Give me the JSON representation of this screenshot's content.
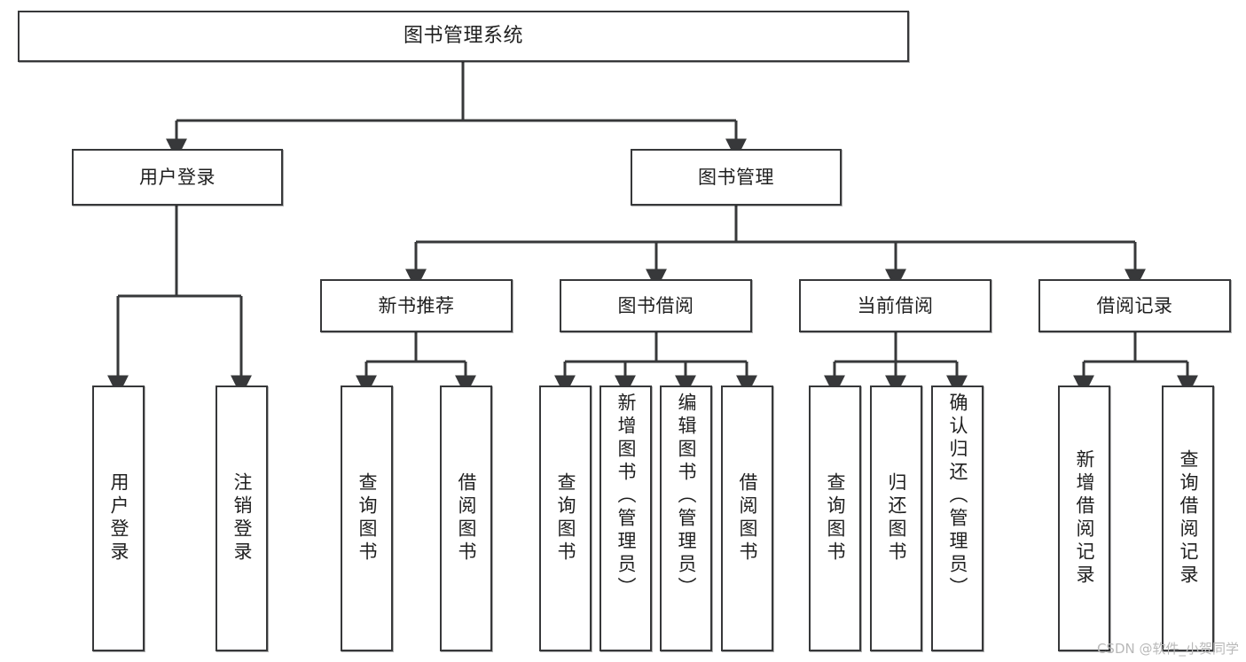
{
  "diagram": {
    "type": "tree-hierarchy-chart",
    "title": "图书管理系统",
    "stroke_color": "#37383a",
    "text_color": "#1f1f1f",
    "background": "#ffffff",
    "root": {
      "label": "图书管理系统"
    },
    "level2": [
      {
        "label": "用户登录"
      },
      {
        "label": "图书管理"
      }
    ],
    "level3": [
      {
        "label": "新书推荐"
      },
      {
        "label": "图书借阅"
      },
      {
        "label": "当前借阅"
      },
      {
        "label": "借阅记录"
      }
    ],
    "leaves": {
      "user_login": [
        {
          "label": "用户登录"
        },
        {
          "label": "注销登录"
        }
      ],
      "new_book": [
        {
          "label": "查询图书"
        },
        {
          "label": "借阅图书"
        }
      ],
      "book_borrow": [
        {
          "label": "查询图书"
        },
        {
          "label": "新增图书（管理员）"
        },
        {
          "label": "编辑图书（管理员）"
        },
        {
          "label": "借阅图书"
        }
      ],
      "current_borrow": [
        {
          "label": "查询图书"
        },
        {
          "label": "归还图书"
        },
        {
          "label": "确认归还（管理员）"
        }
      ],
      "borrow_record": [
        {
          "label": "新增借阅记录"
        },
        {
          "label": "查询借阅记录"
        }
      ]
    }
  },
  "watermark": {
    "text": "CSDN @软件_小贺同学"
  }
}
